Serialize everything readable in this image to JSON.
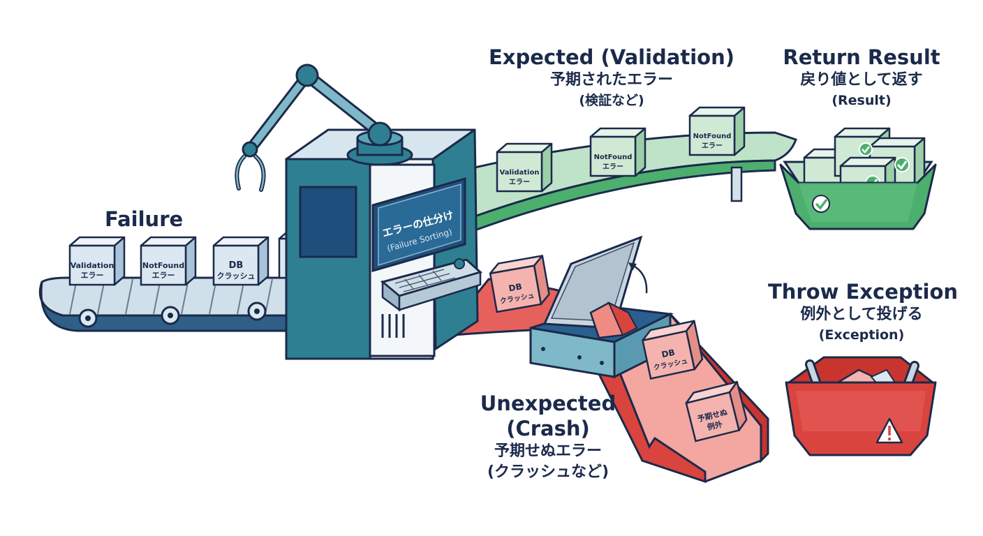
{
  "labels": {
    "failure": "Failure",
    "expected_title": "Expected (Validation)",
    "expected_jp": "予期されたエラー",
    "expected_paren": "(検証など)",
    "return_title": "Return Result",
    "return_jp": "戻り値として返す",
    "return_paren": "(Result)",
    "throw_title": "Throw Exception",
    "throw_jp": "例外として投げる",
    "throw_paren": "(Exception)",
    "unexpected_title1": "Unexpected",
    "unexpected_title2": "(Crash)",
    "unexpected_jp": "予期せぬエラー",
    "unexpected_paren": "(クラッシュなど)"
  },
  "machine": {
    "screen_line1": "エラーの仕分け",
    "screen_line2": "(Failure Sorting)"
  },
  "boxes": {
    "validation_1": "Validation",
    "validation_2": "エラー",
    "notfound_1": "NotFound",
    "notfound_2": "エラー",
    "db_1": "DB",
    "db_2": "クラッシュ",
    "unexp_1": "予期せぬ",
    "unexp_2": "例外"
  },
  "colors": {
    "navy": "#1b2a4a",
    "teal": "#2f7f92",
    "green": "#4caf6e",
    "red": "#d9443e",
    "box_blue": "#dbe8f2",
    "box_green": "#cfe9d5",
    "box_red": "#f4b3ae"
  },
  "icons": [
    "robot-arm-icon",
    "check-icon",
    "warning-icon",
    "return-arrow-icon"
  ]
}
